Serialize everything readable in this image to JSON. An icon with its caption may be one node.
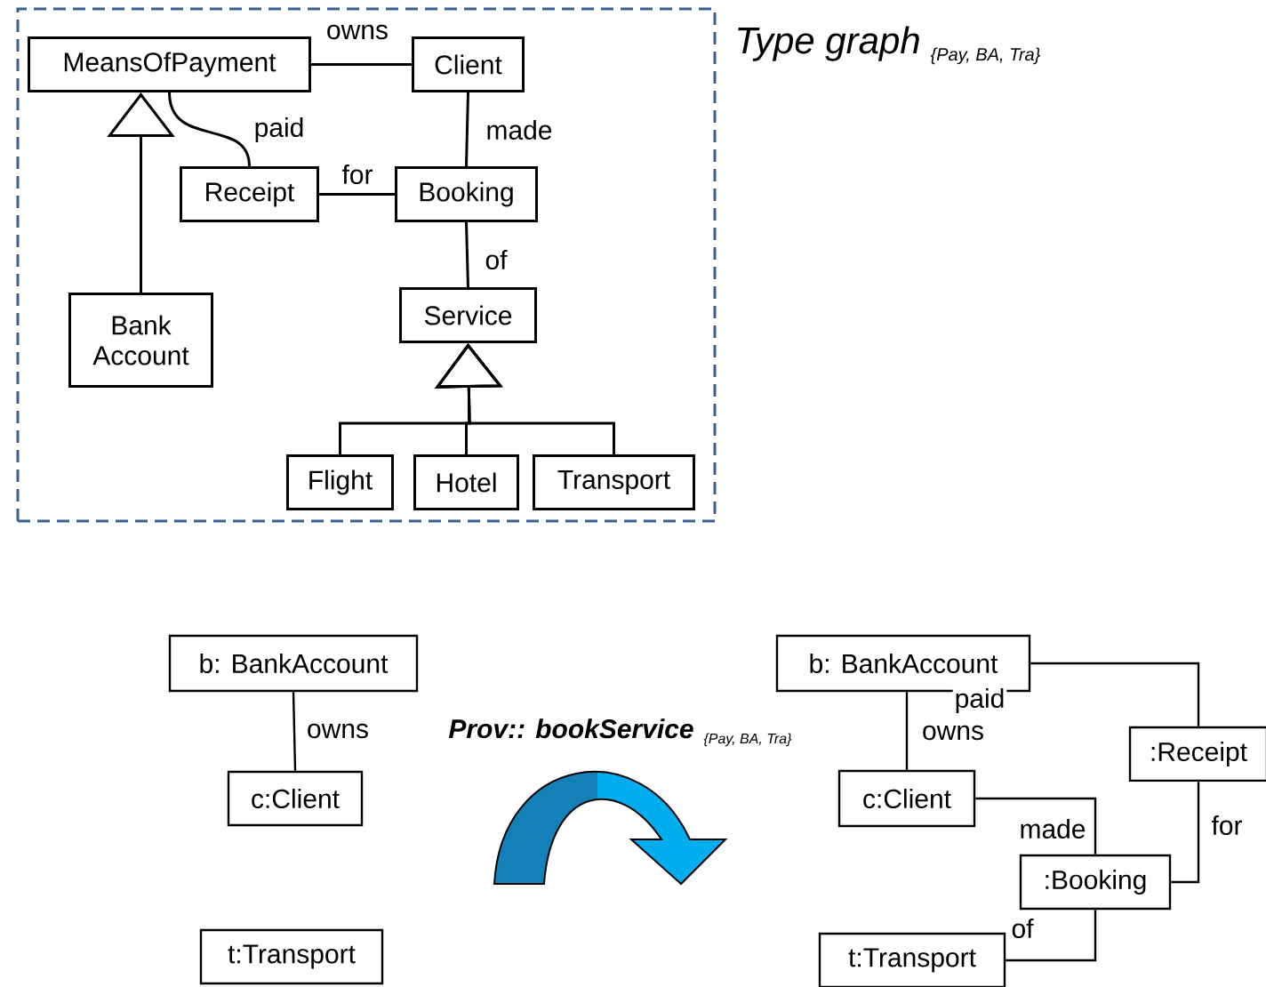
{
  "diagram": {
    "nodes": [
      {
        "text": [
          "Type graph",
          "{Pay, BA, Tra}"
        ]
      },
      {
        "text": [
          "MeansOfPayment"
        ],
        "in": 0
      },
      {
        "text": [
          "Client"
        ],
        "in": 0
      },
      {
        "text": [
          "Receipt"
        ],
        "in": 0
      },
      {
        "text": [
          "Booking"
        ],
        "in": 0
      },
      {
        "text": [
          "Bank Account"
        ],
        "in": 0
      },
      {
        "text": [
          "Service"
        ],
        "in": 0
      },
      {
        "text": [
          "Flight"
        ],
        "in": 0
      },
      {
        "text": [
          "Hotel"
        ],
        "in": 0
      },
      {
        "text": [
          "Transport"
        ],
        "in": 0
      },
      {
        "text": [
          "b: BankAccount"
        ]
      },
      {
        "text": [
          "c:Client"
        ]
      },
      {
        "text": [
          "t:Transport"
        ]
      },
      {
        "text": [
          "b: BankAccount"
        ]
      },
      {
        "text": [
          "c:Client"
        ]
      },
      {
        "text": [
          ":Receipt"
        ]
      },
      {
        "text": [
          ":Booking"
        ]
      },
      {
        "text": [
          "t:Transport"
        ]
      }
    ],
    "edges": [
      {
        "from": 1,
        "to": 2,
        "arrow": "none",
        "label": "owns"
      },
      {
        "from": 1,
        "to": 3,
        "arrow": "none",
        "label": "paid"
      },
      {
        "from": 3,
        "to": 4,
        "arrow": "none",
        "label": "for"
      },
      {
        "from": 2,
        "to": 4,
        "arrow": "none",
        "label": "made"
      },
      {
        "from": 4,
        "to": 6,
        "arrow": "none",
        "label": "of"
      },
      {
        "from": 5,
        "to": 1,
        "arrow": "to"
      },
      {
        "from": 7,
        "to": 6,
        "arrow": "to"
      },
      {
        "from": 8,
        "to": 6,
        "arrow": "to"
      },
      {
        "from": 9,
        "to": 6,
        "arrow": "to"
      },
      {
        "from": 10,
        "to": 11,
        "arrow": "none",
        "label": "owns"
      },
      {
        "from": 13,
        "to": 14,
        "arrow": "none",
        "label": "owns"
      },
      {
        "from": 13,
        "to": 15,
        "arrow": "none",
        "label": "paid"
      },
      {
        "from": 14,
        "to": 16,
        "arrow": "none",
        "label": "made"
      },
      {
        "from": 15,
        "to": 16,
        "arrow": "none",
        "label": "for"
      },
      {
        "from": 16,
        "to": 17,
        "arrow": "none",
        "label": "of"
      }
    ],
    "labels": [
      "Prov:: bookService",
      "{Pay, BA, Tra}"
    ]
  }
}
